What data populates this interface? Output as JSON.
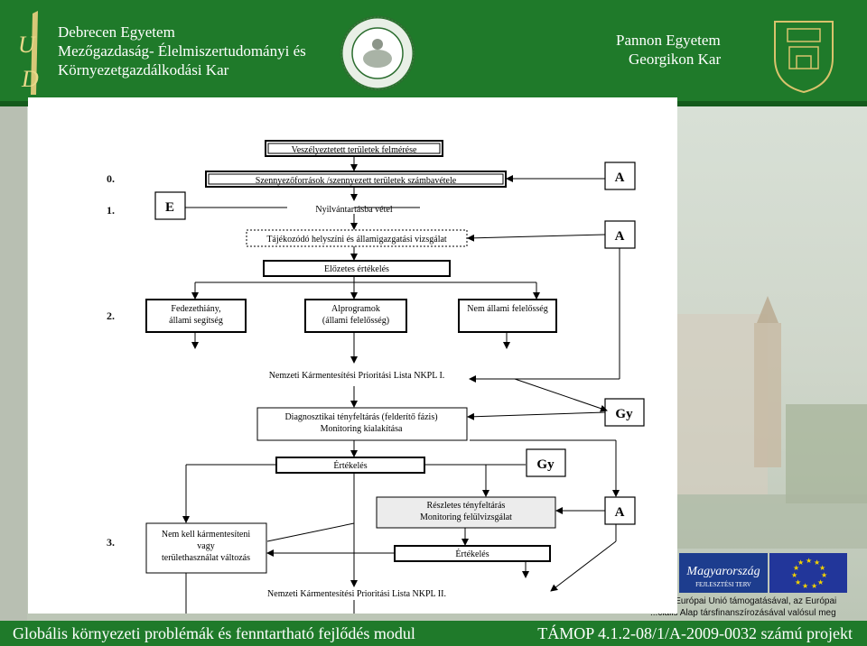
{
  "header": {
    "left_title": [
      "Debrecen Egyetem",
      "Mezőgazdaság- Élelmiszertudományi és",
      "Környezetgazdálkodási Kar"
    ],
    "right_title": [
      "Pannon Egyetem",
      "Georgikon Kar"
    ]
  },
  "footer": {
    "left": "Globális környezeti problémák és fenntartható fejlődés modul",
    "right": "TÁMOP 4.1.2-08/1/A-2009-0032 számú projekt"
  },
  "eu_note": [
    "...t az Európai Unió támogatásával, az Európai",
    "...ciális Alap társfinanszírozásával valósul meg"
  ],
  "logos": {
    "magyarorszag": "Magyarország",
    "magyarorszag_sub": "FEJLESZTÉSI TERV"
  },
  "diagram": {
    "step_labels": [
      "0.",
      "1.",
      "2.",
      "3."
    ],
    "boxes": {
      "felmeres": "Veszélyeztetett területek felmérése",
      "szamba": "Szennyezőforrások /szennyezett területek számbavétele",
      "nyilvantartas": "Nyilvántartásba vétel",
      "tajekozodo": "Tájékozódó helyszíni és államigazgatási vizsgálat",
      "elozetes": "Előzetes értékelés",
      "fedezet": [
        "Fedezethiány,",
        "állami segítség"
      ],
      "alprogramok": [
        "Alprogramok",
        "(állami felelősség)"
      ],
      "nem_allami": "Nem állami felelősség",
      "nkpl1": "Nemzeti Kármentesítési Prioritási Lista NKPL I.",
      "diagnosztikai": [
        "Diagnosztikai tényfeltárás (felderítő fázis)",
        "Monitoring kialakítása"
      ],
      "ertekeles1": "Értékelés",
      "reszletes": [
        "Részletes tényfeltárás",
        "Monitoring felülvizsgálat"
      ],
      "nem_kell": [
        "Nem kell kármentesíteni",
        "vagy",
        "területhasználat változás"
      ],
      "ertekeles2": "Értékelés",
      "nkpl2": "Nemzeti Kármentesítési Prioritási Lista NKPL II."
    },
    "side_boxes": {
      "a1": "A",
      "e": "E",
      "a2": "A",
      "gy1": "Gy",
      "gy2": "Gy",
      "a3": "A"
    }
  }
}
